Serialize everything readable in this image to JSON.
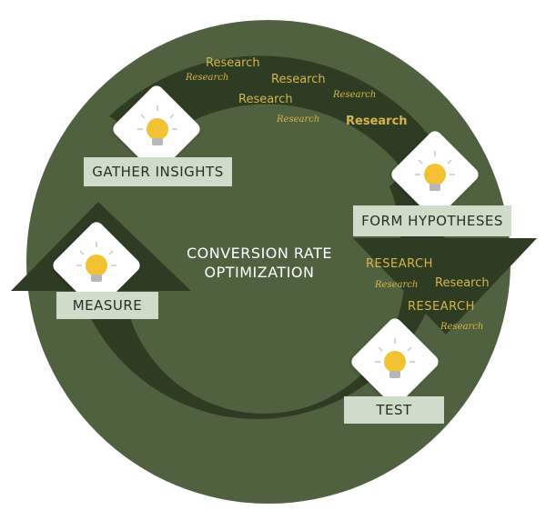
{
  "center_title_line1": "CONVERSION RATE",
  "center_title_line2": "OPTIMIZATION",
  "stages": {
    "gather": "GATHER INSIGHTS",
    "form": "FORM HYPOTHESES",
    "test": "TEST",
    "measure": "MEASURE"
  },
  "research_top": [
    "Research",
    "Research",
    "Research",
    "Research",
    "Research",
    "Research",
    "Research"
  ],
  "research_right": [
    "RESEARCH",
    "Research",
    "Research",
    "RESEARCH",
    "Research"
  ],
  "colors": {
    "outer_circle": "#50613f",
    "dark_band": "#2e3c24",
    "label_bg": "#cfdcc9",
    "research_text": "#d7b44b",
    "bulb": "#f2c233"
  },
  "icons": [
    "lightbulb-icon"
  ]
}
